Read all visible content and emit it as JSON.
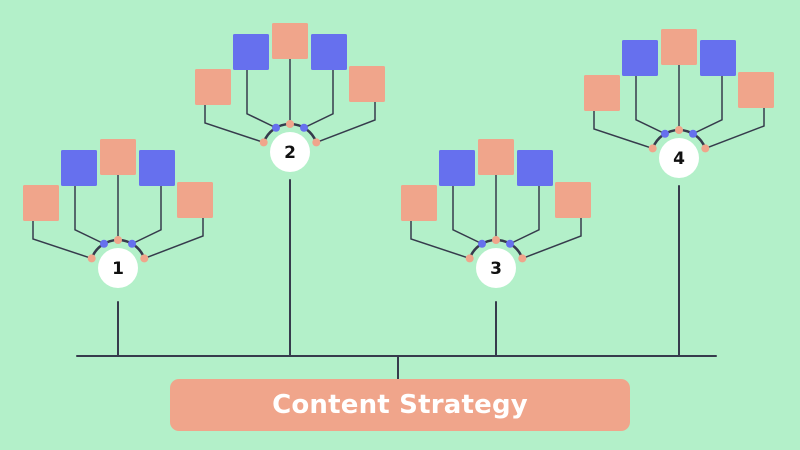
{
  "title": "Content Strategy",
  "colors": {
    "background": "#b3f0c9",
    "line": "#363b4c",
    "salmon": "#f0a58b",
    "blue": "#6670ee",
    "circle": "#ffffff",
    "text": "#111111",
    "title_text": "#ffffff"
  },
  "nodes": [
    {
      "label": "1"
    },
    {
      "label": "2"
    },
    {
      "label": "3"
    },
    {
      "label": "4"
    }
  ]
}
